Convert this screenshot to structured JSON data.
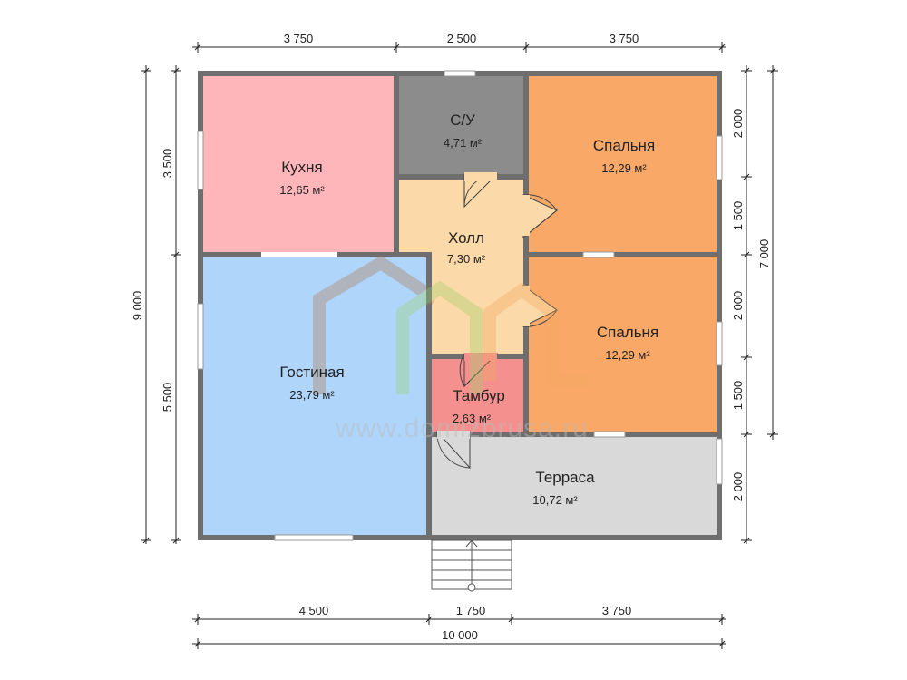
{
  "rooms": {
    "kitchen": {
      "name": "Кухня",
      "area": "12,65 м²",
      "color": "#FFB6BA"
    },
    "bathroom": {
      "name": "С/У",
      "area": "4,71 м²",
      "color": "#8C8C8C"
    },
    "bedroom1": {
      "name": "Спальня",
      "area": "12,29 м²",
      "color": "#F9A867"
    },
    "hall": {
      "name": "Холл",
      "area": "7,30 м²",
      "color": "#FCD9A8"
    },
    "living": {
      "name": "Гостиная",
      "area": "23,79 м²",
      "color": "#AFD5FB"
    },
    "bedroom2": {
      "name": "Спальня",
      "area": "12,29 м²",
      "color": "#F9A867"
    },
    "vestibule": {
      "name": "Тамбур",
      "area": "2,63 м²",
      "color": "#F4918F"
    },
    "terrace": {
      "name": "Терраса",
      "area": "10,72 м²",
      "color": "#D9D9D9"
    }
  },
  "dimensions": {
    "top": [
      "3 750",
      "2 500",
      "3 750"
    ],
    "bottom": [
      "4 500",
      "1 750",
      "3 750"
    ],
    "bottom_total": "10 000",
    "left": [
      "3 500",
      "5 500"
    ],
    "left_total": "9 000",
    "right": [
      "2 000",
      "1 500",
      "2 000",
      "1 500",
      "2 000"
    ],
    "right_total": "7 000"
  },
  "watermark": {
    "text": "www.domizbrusa.ru"
  },
  "colors": {
    "wall": "#6E6E6E",
    "dim_line": "#222222"
  }
}
